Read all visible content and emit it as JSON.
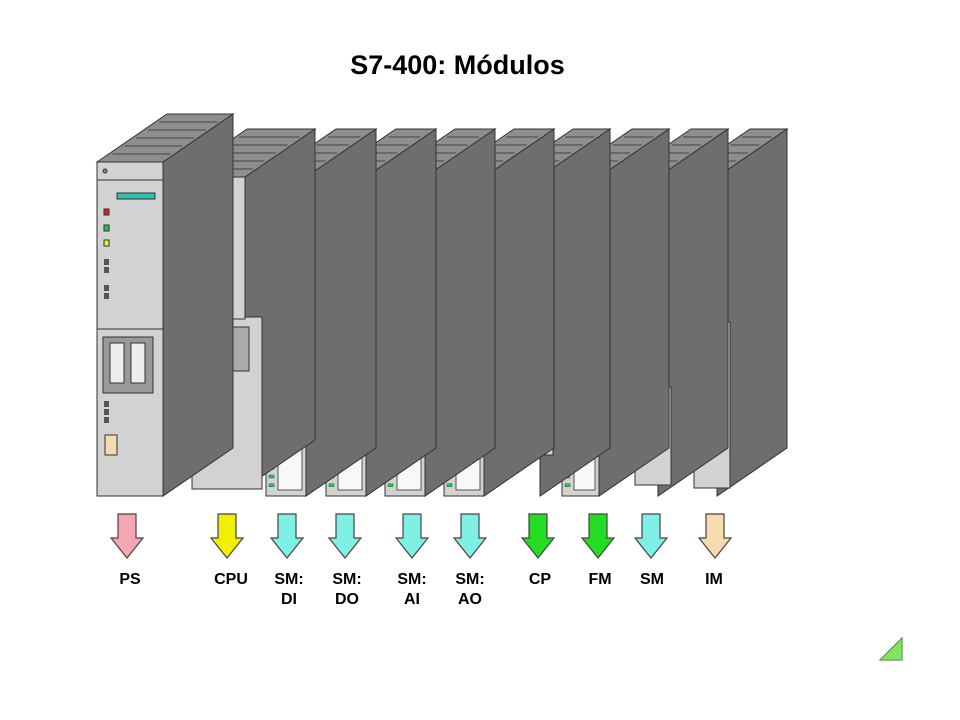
{
  "title": "S7-400: Módulos",
  "modules": [
    {
      "line1": "PS",
      "line2": "",
      "color": "#f4a6b4"
    },
    {
      "line1": "CPU",
      "line2": "",
      "color": "#f0f000"
    },
    {
      "line1": "SM:",
      "line2": "DI",
      "color": "#7ef0e6"
    },
    {
      "line1": "SM:",
      "line2": "DO",
      "color": "#7ef0e6"
    },
    {
      "line1": "SM:",
      "line2": "AI",
      "color": "#7ef0e6"
    },
    {
      "line1": "SM:",
      "line2": "AO",
      "color": "#7ef0e6"
    },
    {
      "line1": "CP",
      "line2": "",
      "color": "#22dd22"
    },
    {
      "line1": "FM",
      "line2": "",
      "color": "#22dd22"
    },
    {
      "line1": "SM",
      "line2": "",
      "color": "#7ef0e6"
    },
    {
      "line1": "IM",
      "line2": "",
      "color": "#f8dcb0"
    }
  ],
  "colors": {
    "module_front": "#d2d2d2",
    "module_side": "#6e6e6e",
    "module_top": "#8e8e8e",
    "led_green": "#22c44a",
    "led_red": "#e02020",
    "led_yellow": "#f0f020",
    "display": "#2ec0b0",
    "corner_icon": "#66dd44"
  }
}
